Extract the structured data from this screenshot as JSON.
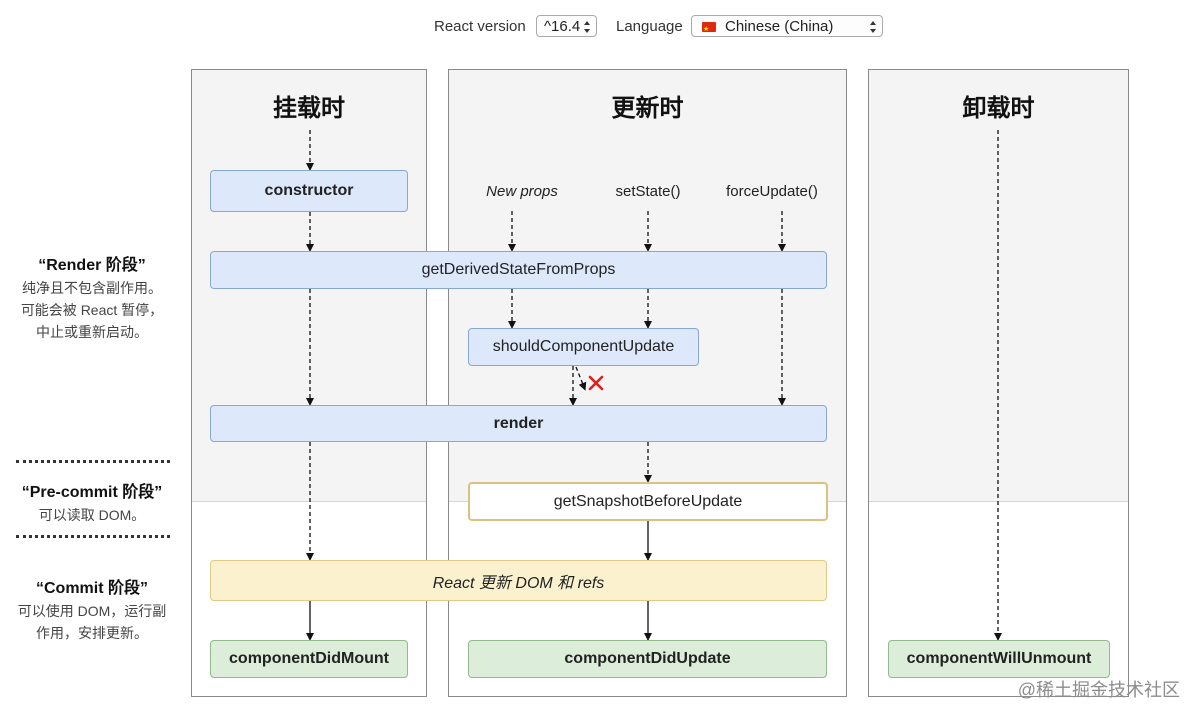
{
  "topbar": {
    "react_version_label": "React version",
    "react_version_value": "^16.4",
    "language_label": "Language",
    "language_value": "Chinese (China)"
  },
  "columns": {
    "mount_title": "挂载时",
    "update_title": "更新时",
    "unmount_title": "卸载时"
  },
  "triggers": {
    "new_props": "New props",
    "set_state": "setState()",
    "force_update": "forceUpdate()"
  },
  "methods": {
    "constructor": "constructor",
    "get_derived_state": "getDerivedStateFromProps",
    "should_update": "shouldComponentUpdate",
    "render": "render",
    "get_snapshot": "getSnapshotBeforeUpdate",
    "react_updates_dom": "React 更新 DOM 和 refs",
    "did_mount": "componentDidMount",
    "did_update": "componentDidUpdate",
    "will_unmount": "componentWillUnmount"
  },
  "phases": {
    "render_title": "“Render 阶段”",
    "render_desc": "纯净且不包含副作用。可能会被 React 暂停，中止或重新启动。",
    "precommit_title": "“Pre-commit 阶段”",
    "precommit_desc": "可以读取 DOM。",
    "commit_title": "“Commit 阶段”",
    "commit_desc": "可以使用 DOM，运行副作用，安排更新。"
  },
  "watermark": "@稀土掘金技术社区",
  "colors": {
    "render_phase": "#dde9fb",
    "commit_phase": "#fbf1cf",
    "lifecycle_end": "#dceed9",
    "cancel_mark": "#e02020"
  }
}
